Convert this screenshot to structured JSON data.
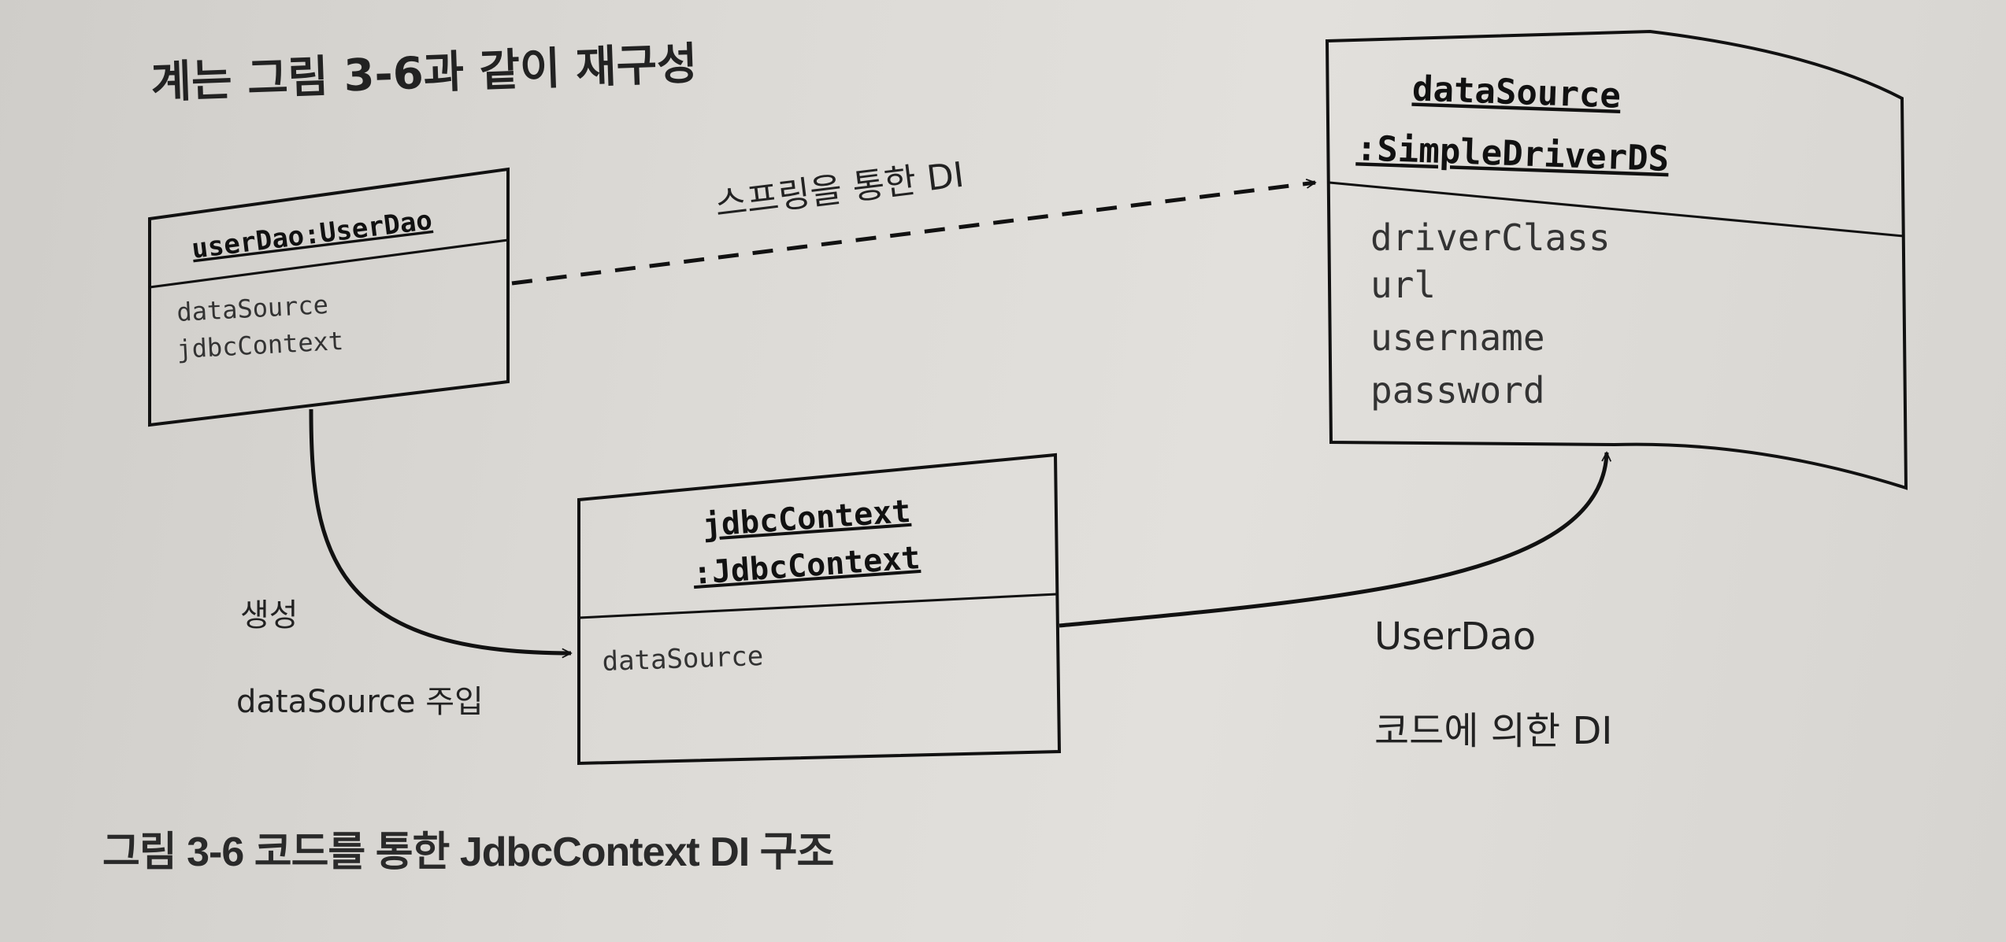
{
  "heading": "계는 그림 3-6과 같이 재구성",
  "classes": {
    "userDao": {
      "title": "userDao:UserDao",
      "attributes": [
        "dataSource",
        "jdbcContext"
      ]
    },
    "dataSource": {
      "title_line1": "dataSource",
      "title_line2": ":SimpleDriverDS",
      "attributes": [
        "driverClass",
        "url",
        "username",
        "password"
      ]
    },
    "jdbcContext": {
      "title_line1": "jdbcContext",
      "title_line2": ":JdbcContext",
      "attributes": [
        "dataSource"
      ]
    }
  },
  "edges": {
    "spring_di_label": "스프링을 통한 DI",
    "create_label": "생성",
    "inject_label": "dataSource 주입",
    "code_di_label_line1": "UserDao",
    "code_di_label_line2": "코드에 의한 DI"
  },
  "caption": "그림 3-6 코드를 통한 JdbcContext DI 구조"
}
